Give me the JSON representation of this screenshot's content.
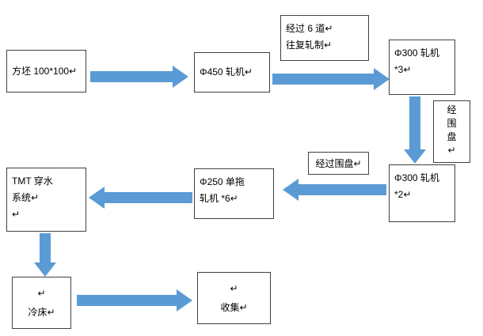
{
  "diagram": {
    "title": "rolling-mill-process-flowchart",
    "colors": {
      "arrow_fill": "#5B9BD5",
      "box_border": "#404040",
      "background": "#FFFFFF",
      "text": "#000000"
    },
    "nodes": {
      "billet": {
        "lines": [
          "方坯 100*100↵"
        ]
      },
      "mill450": {
        "lines": [
          "Φ450 轧机↵"
        ]
      },
      "pass6": {
        "lines": [
          "经过 6 道↵",
          "往复轧制↵"
        ]
      },
      "mill300x3": {
        "lines": [
          "Φ300 轧机",
          "*3↵"
        ]
      },
      "loop_side": {
        "lines": [
          "经",
          "围",
          "盘",
          "↵"
        ]
      },
      "mill300x2": {
        "lines": [
          "Φ300 轧机",
          "*2↵"
        ]
      },
      "loop_mid": {
        "lines": [
          "经过围盘↵"
        ]
      },
      "mill250": {
        "lines": [
          "Φ250 单拖",
          "轧机 *6↵"
        ]
      },
      "tmt": {
        "lines": [
          "TMT 穿水",
          "系统↵",
          "↵"
        ]
      },
      "cooling": {
        "lines": [
          "↵",
          "冷床↵"
        ]
      },
      "collect": {
        "lines": [
          "↵",
          "收集↵"
        ]
      }
    },
    "arrows": [
      {
        "from": "billet",
        "to": "mill450",
        "direction": "right"
      },
      {
        "from": "mill450",
        "to": "mill300x3",
        "direction": "right",
        "via_label": "经过 6 道 往复轧制"
      },
      {
        "from": "mill300x3",
        "to": "mill300x2",
        "direction": "down",
        "via_label": "经围盘"
      },
      {
        "from": "mill300x2",
        "to": "mill250",
        "direction": "left",
        "via_label": "经过围盘"
      },
      {
        "from": "mill250",
        "to": "tmt",
        "direction": "left"
      },
      {
        "from": "tmt",
        "to": "cooling",
        "direction": "down"
      },
      {
        "from": "cooling",
        "to": "collect",
        "direction": "right"
      }
    ]
  }
}
